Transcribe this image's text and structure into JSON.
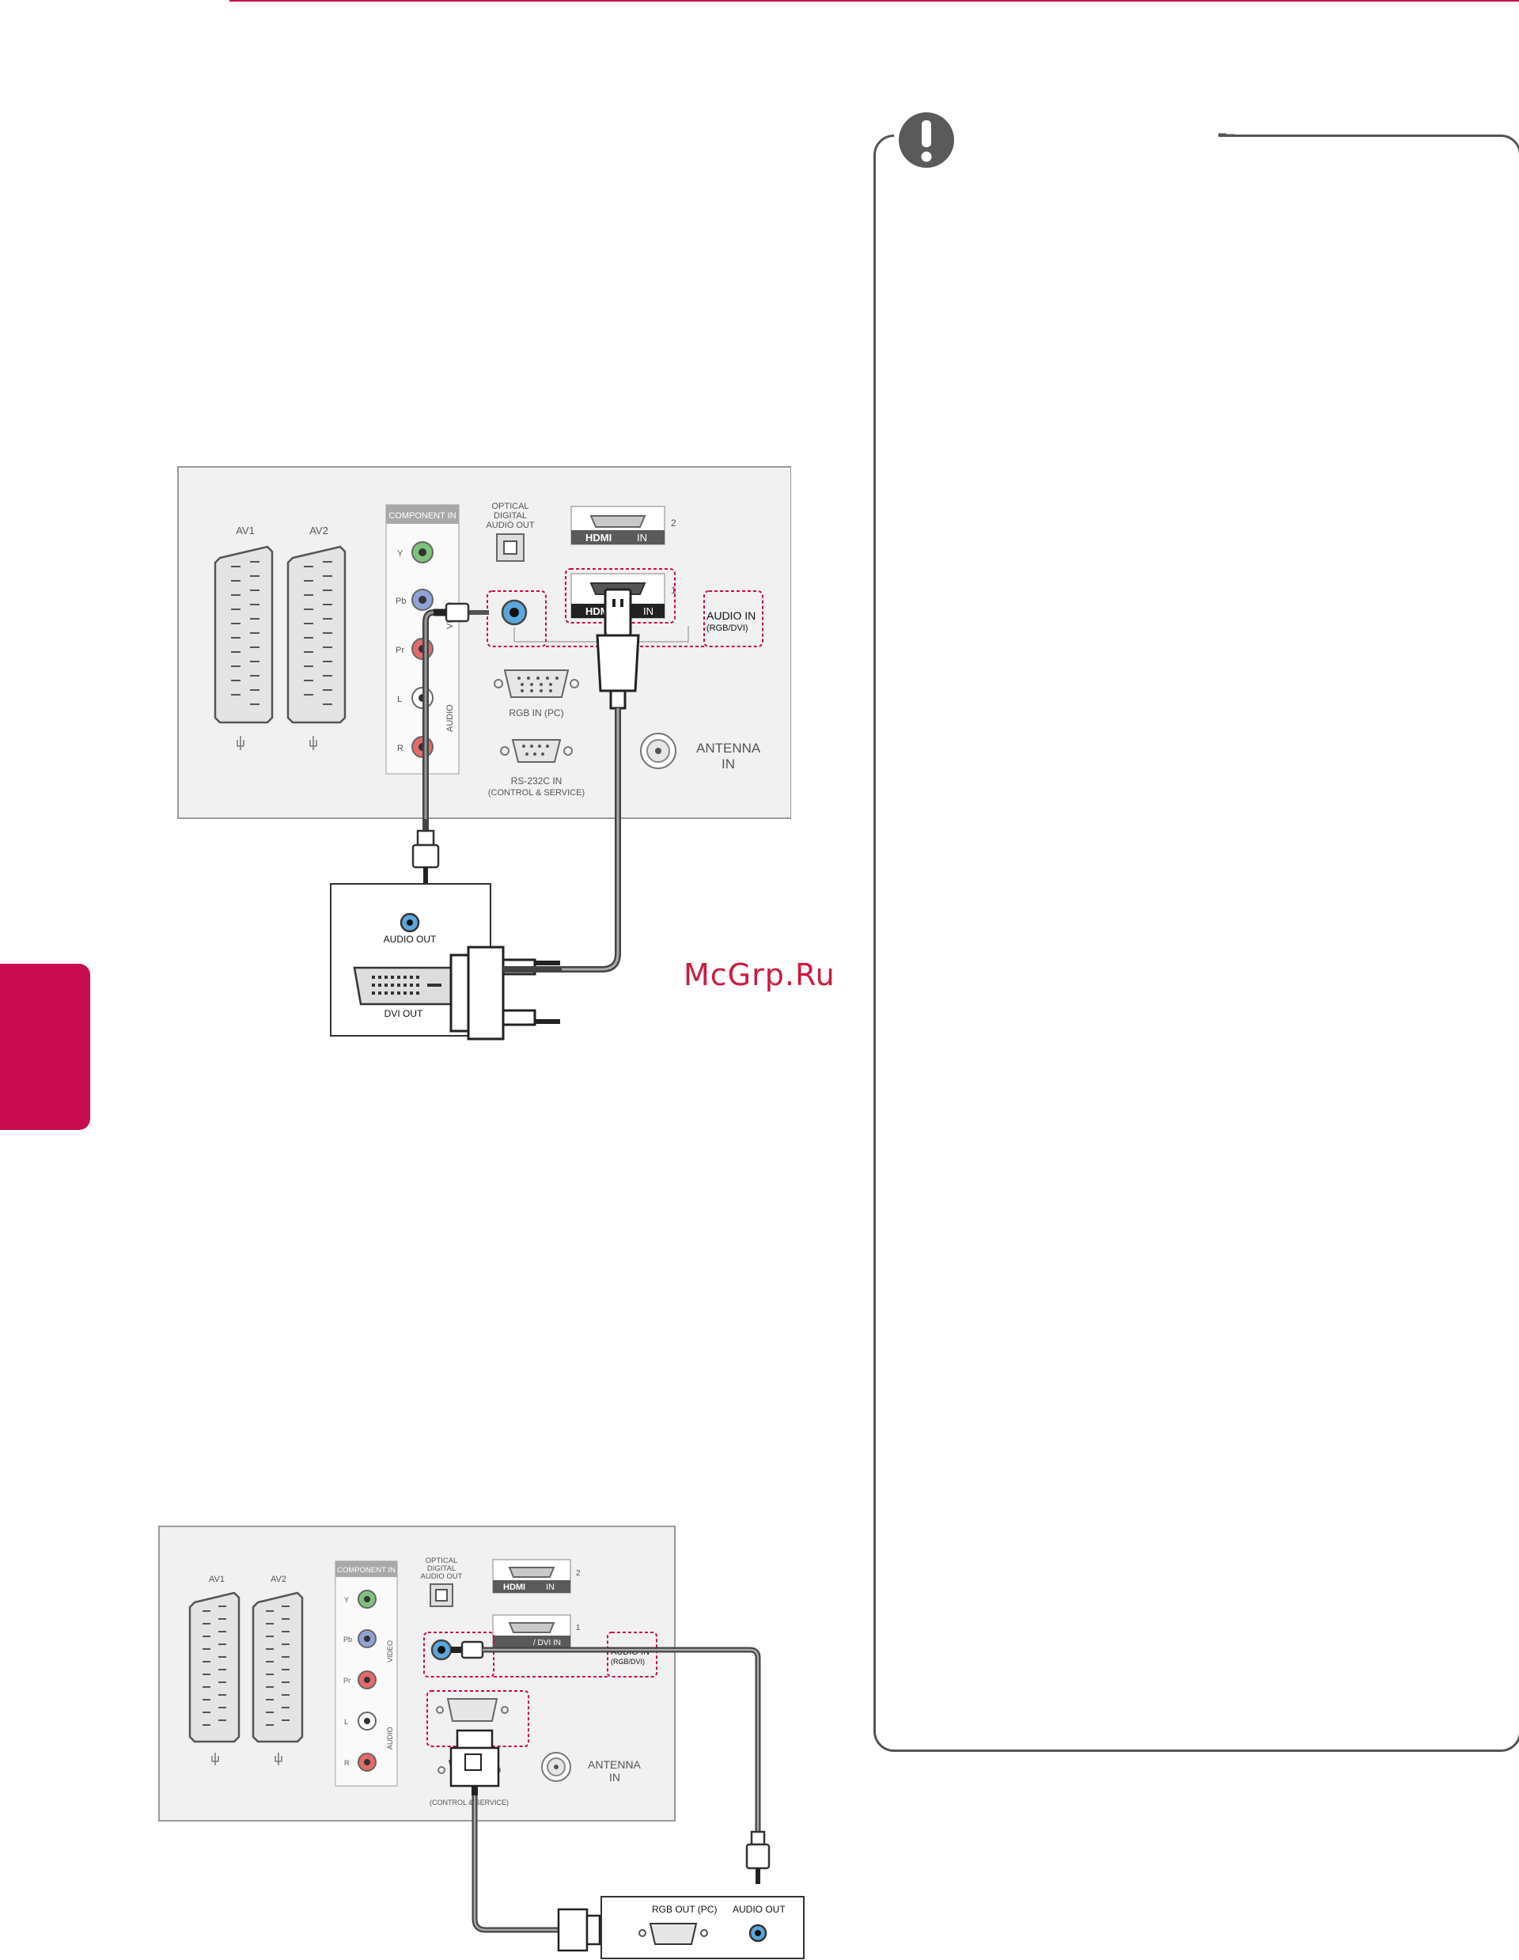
{
  "watermark": "McGrp.Ru",
  "diagram1": {
    "av1": "AV1",
    "av2": "AV2",
    "component_in": "COMPONENT IN",
    "y": "Y",
    "pb": "Pb",
    "pr": "Pr",
    "l": "L",
    "r": "R",
    "video": "VIDEO",
    "audio": "AUDIO",
    "optical_1": "OPTICAL",
    "optical_2": "DIGITAL",
    "optical_3": "AUDIO OUT",
    "hdmi_in": "IN",
    "hdmi_2": "2",
    "hdmi_1": "1",
    "audio_in_1": "AUDIO IN",
    "audio_in_2": "(RGB/DVI)",
    "rgb_in": "RGB IN (PC)",
    "rs232_1": "RS-232C IN",
    "rs232_2": "(CONTROL & SERVICE)",
    "antenna_1": "ANTENNA",
    "antenna_2": "IN",
    "pc_audio_out": "AUDIO OUT",
    "pc_dvi_out": "DVI OUT"
  },
  "diagram2": {
    "av1": "AV1",
    "av2": "AV2",
    "component_in": "COMPONENT IN",
    "y": "Y",
    "pb": "Pb",
    "pr": "Pr",
    "l": "L",
    "r": "R",
    "video": "VIDEO",
    "audio": "AUDIO",
    "optical_1": "OPTICAL",
    "optical_2": "DIGITAL",
    "optical_3": "AUDIO OUT",
    "hdmi_in": "IN",
    "hdmi_dvi_in": "/ DVI IN",
    "hdmi_2": "2",
    "hdmi_1": "1",
    "audio_in_1": "AUDIO IN",
    "audio_in_2": "(RGB/DVI)",
    "rs232_2": "(CONTROL & SERVICE)",
    "antenna_1": "ANTENNA",
    "antenna_2": "IN",
    "pc_rgb_out": "RGB OUT (PC)",
    "pc_audio_out": "AUDIO OUT"
  },
  "colors": {
    "accent": "#c80a4f",
    "note_border": "#555555",
    "icon": "#5a5a5a"
  }
}
